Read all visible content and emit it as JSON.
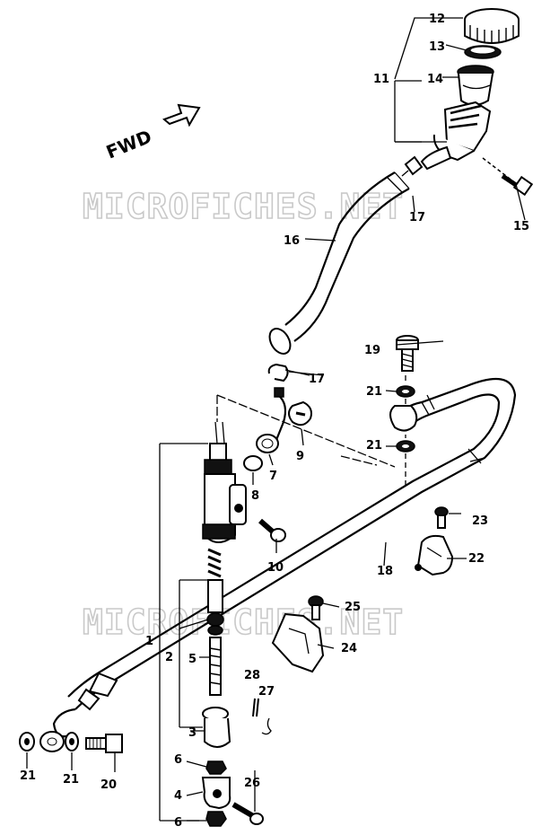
{
  "diagram": {
    "watermark_top": "MICROFICHES.NET",
    "watermark_bottom": "MICROFICHES.NET",
    "direction_label": "FWD",
    "parts": {
      "p1": "1",
      "p2": "2",
      "p3": "3",
      "p4": "4",
      "p5": "5",
      "p6a": "6",
      "p6b": "6",
      "p7": "7",
      "p8": "8",
      "p9": "9",
      "p10": "10",
      "p11": "11",
      "p12": "12",
      "p13": "13",
      "p14": "14",
      "p15": "15",
      "p16": "16",
      "p17a": "17",
      "p17b": "17",
      "p18": "18",
      "p19": "19",
      "p20": "20",
      "p21a": "21",
      "p21b": "21",
      "p21c": "21",
      "p21d": "21",
      "p22": "22",
      "p23": "23",
      "p24": "24",
      "p25": "25",
      "p26": "26",
      "p27": "27",
      "p28": "28"
    }
  }
}
